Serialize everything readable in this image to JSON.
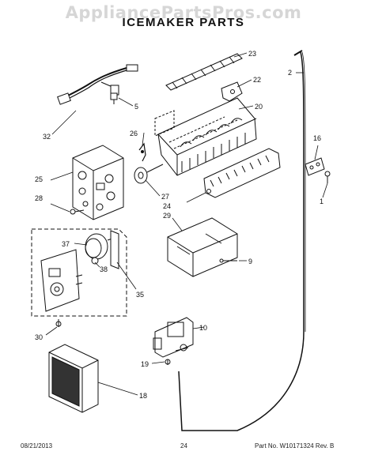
{
  "header": {
    "watermark": "AppliancePartsPros.com",
    "title": "ICEMAKER PARTS"
  },
  "callouts": {
    "c1": "1",
    "c2": "2",
    "c5": "5",
    "c9": "9",
    "c10": "10",
    "c16": "16",
    "c18": "18",
    "c19": "19",
    "c20": "20",
    "c22": "22",
    "c23": "23",
    "c24": "24",
    "c25": "25",
    "c26": "26",
    "c27": "27",
    "c28": "28",
    "c29": "29",
    "c30": "30",
    "c32": "32",
    "c35": "35",
    "c37": "37",
    "c38": "38"
  },
  "footer": {
    "date": "08/21/2013",
    "page": "24",
    "part_no": "Part No. W10171324  Rev. B"
  }
}
